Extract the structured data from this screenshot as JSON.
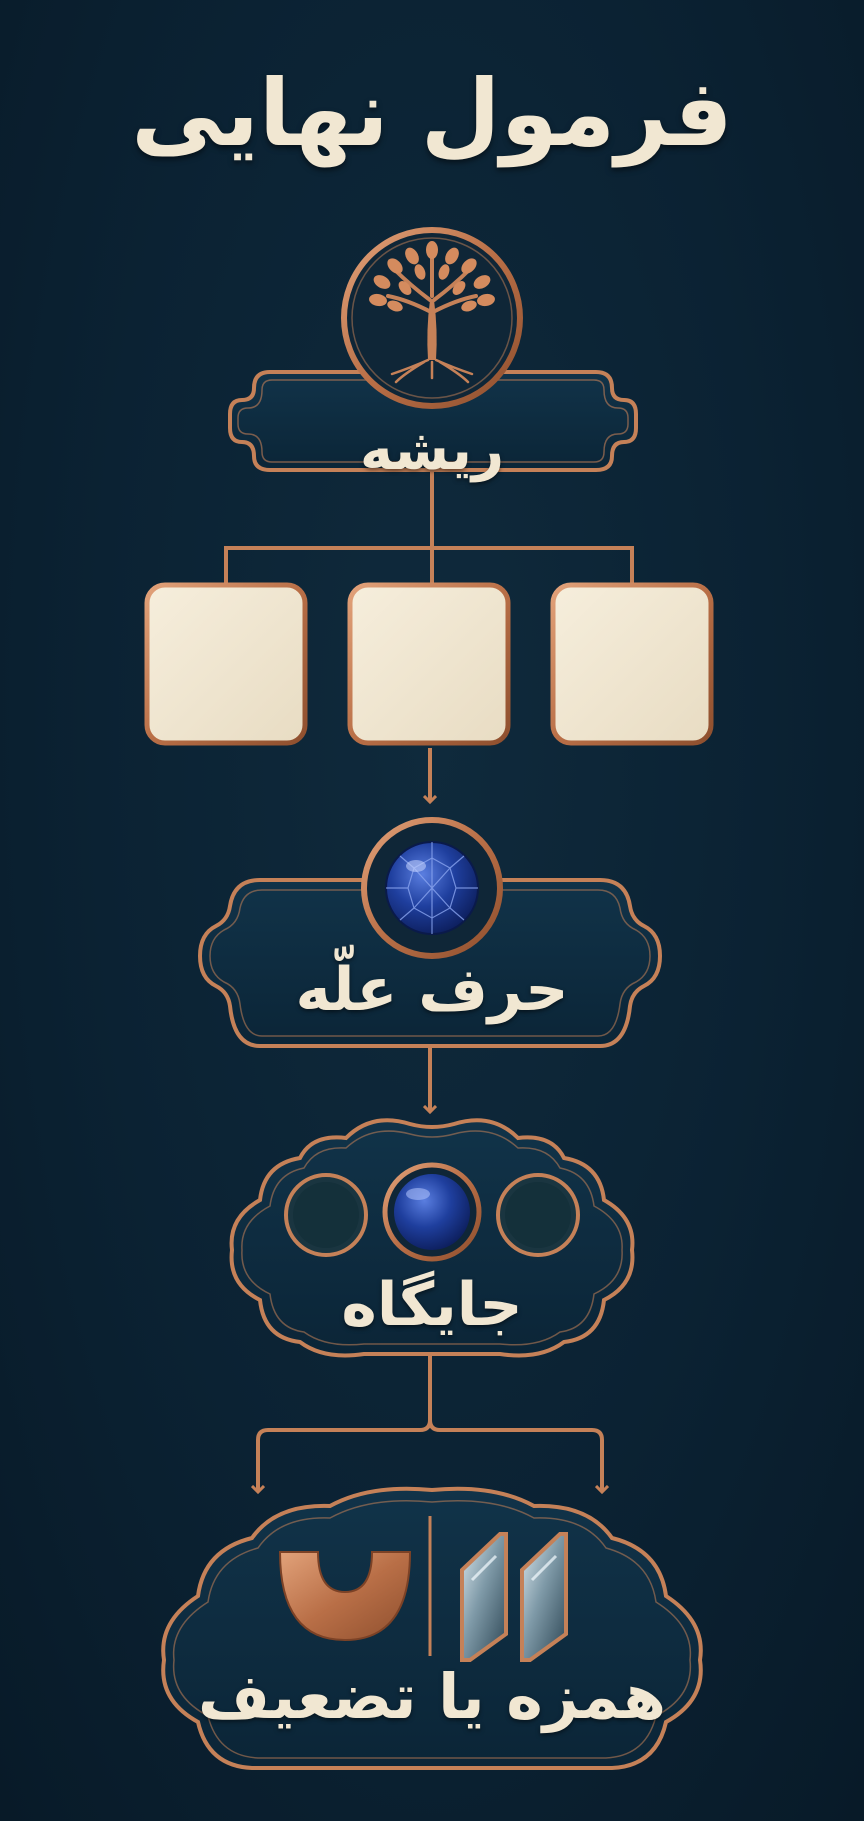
{
  "title": "فرمول نهایی",
  "steps": {
    "root": "ریشه",
    "weak_letter": "حرف علّه",
    "position": "جایگاه",
    "hamza_or_doubling": "همزه یا تضعیف"
  },
  "icons": {
    "root": "tree-icon",
    "weak_letter": "sapphire-gem-icon",
    "position": "three-slot-dots-icon",
    "hamza": "copper-u-shape-icon",
    "doubling": "double-glass-bars-icon"
  },
  "colors": {
    "background": "#0b2233",
    "panel": "#0d2c40",
    "copper": "#c58158",
    "cream": "#f1e7d2",
    "sapphire": "#1f3f9e"
  }
}
